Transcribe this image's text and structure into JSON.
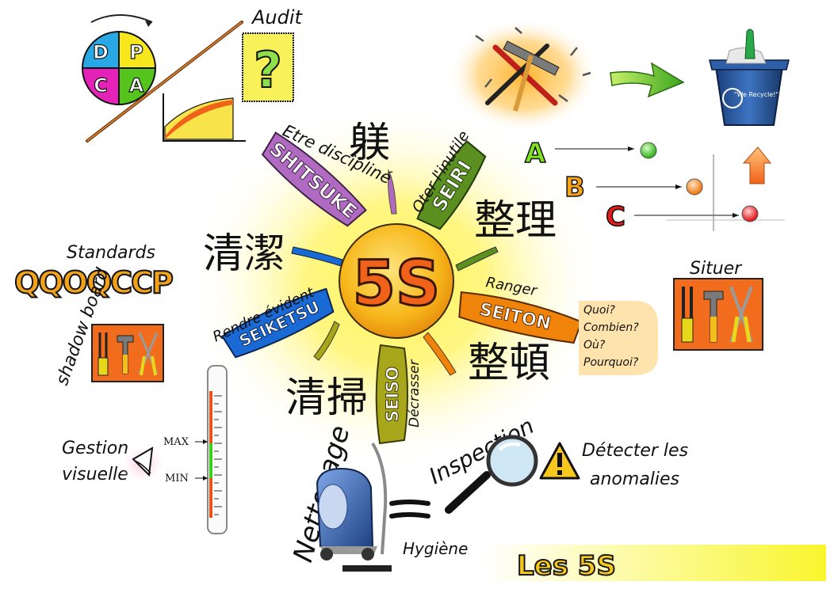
{
  "title": "Les 5S",
  "center": "5S",
  "kanji": {
    "shitsuke": "躾",
    "seiri": "整理",
    "seiketsu": "清潔",
    "seiton": "整頓",
    "seiso": "清掃"
  },
  "petals": {
    "shitsuke": {
      "word": "SHITSUKE",
      "caption": "Etre discipliné"
    },
    "seiri": {
      "word": "SEIRI",
      "caption": "Oter l'inutile"
    },
    "seiton": {
      "word": "SEITON",
      "caption": "Ranger"
    },
    "seiketsu": {
      "word": "SEIKETSU",
      "caption": "Rendre évident"
    },
    "seiso": {
      "word": "SEISO",
      "caption": "Décrasser"
    }
  },
  "pdca": {
    "letters": [
      "D",
      "P",
      "C",
      "A"
    ],
    "audit": "Audit",
    "question": "?"
  },
  "seiton_questions": [
    "Quoi?",
    "Combien?",
    "Où?",
    "Pourquoi?"
  ],
  "priority_letters": [
    "A",
    "B",
    "C"
  ],
  "recycle_text": "\"We Recycle!\"",
  "standards": {
    "label": "Standards",
    "letters": "QQOQCCP"
  },
  "shadow_board": "shadow board",
  "situer": "Situer",
  "gestion": {
    "line1": "Gestion",
    "line2": "visuelle",
    "max": "MAX",
    "min": "MIN"
  },
  "nettoyage": "Nettoyage",
  "hygiene": "Hygiène",
  "inspection": "Inspection",
  "detect": {
    "line1": "Détecter les",
    "line2": "anomalies"
  },
  "colors": {
    "sun": "#f7c51f",
    "shitsuke": "#b06ac2",
    "seiri": "#5b8f1f",
    "seiton": "#f0830a",
    "seiketsu": "#1a6ad6",
    "seiso": "#a8a71c",
    "title_bar": "#f9f62d",
    "tool_board": "#f26c1e"
  }
}
